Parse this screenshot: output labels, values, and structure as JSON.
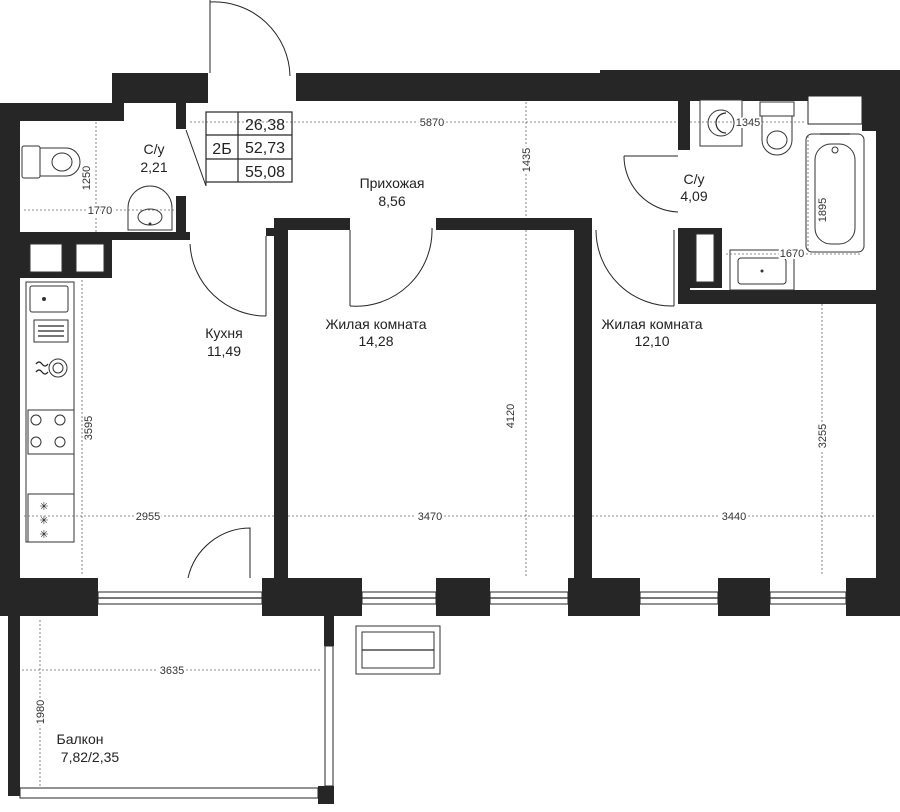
{
  "unit": {
    "code": "2Б",
    "areas": [
      "26,38",
      "52,73",
      "55,08"
    ]
  },
  "rooms": {
    "wc1": {
      "name": "С/у",
      "area": "2,21"
    },
    "hall": {
      "name": "Прихожая",
      "area": "8,56"
    },
    "wc2": {
      "name": "С/у",
      "area": "4,09"
    },
    "kitchen": {
      "name": "Кухня",
      "area": "11,49"
    },
    "living1": {
      "name": "Жилая комната",
      "area": "14,28"
    },
    "living2": {
      "name": "Жилая комната",
      "area": "12,10"
    },
    "balcony": {
      "name": "Балкон",
      "area": "7,82/2,35"
    }
  },
  "dimensions": {
    "hall_width": "5870",
    "hall_depth": "1435",
    "wc2_width": "1345",
    "bath_len": "1895",
    "bath_room": "1670",
    "wc1_height": "1250",
    "wc1_width": "1770",
    "kitchen_height": "3595",
    "kitchen_width": "2955",
    "living1_width": "3470",
    "living1_height": "4120",
    "living2_width": "3440",
    "living2_height": "3255",
    "balcony_width": "3635",
    "balcony_height": "1980"
  }
}
